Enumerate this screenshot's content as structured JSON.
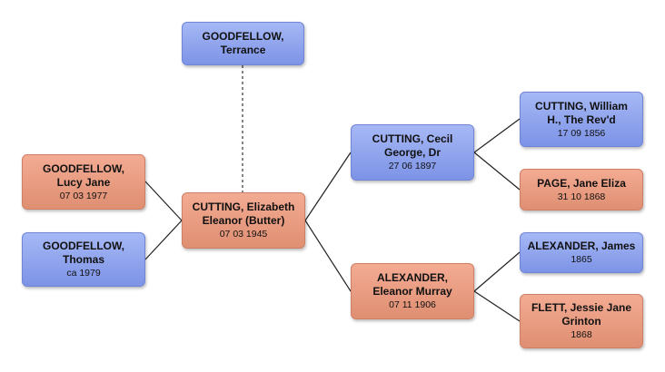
{
  "people": {
    "terrance": {
      "name": "GOODFELLOW,\nTerrance",
      "date": "",
      "sex": "male"
    },
    "lucy": {
      "name": "GOODFELLOW,\nLucy Jane",
      "date": "07 03 1977",
      "sex": "female"
    },
    "thomas": {
      "name": "GOODFELLOW,\nThomas",
      "date": "ca 1979",
      "sex": "male"
    },
    "elizabeth": {
      "name": "CUTTING, Elizabeth\nEleanor (Butter)",
      "date": "07 03 1945",
      "sex": "female"
    },
    "cecil": {
      "name": "CUTTING, Cecil\nGeorge, Dr",
      "date": "27 06 1897",
      "sex": "male"
    },
    "eleanor": {
      "name": "ALEXANDER,\nEleanor Murray",
      "date": "07 11 1906",
      "sex": "female"
    },
    "william": {
      "name": "CUTTING, William\nH., The Rev'd",
      "date": "17 09 1856",
      "sex": "male"
    },
    "jane_eliza": {
      "name": "PAGE, Jane Eliza",
      "date": "31 10 1868",
      "sex": "female"
    },
    "james": {
      "name": "ALEXANDER, James",
      "date": "1865",
      "sex": "male"
    },
    "jessie": {
      "name": "FLETT, Jessie Jane\nGrinton",
      "date": "1868",
      "sex": "female"
    }
  },
  "colors": {
    "male_fill": "#8fa4ee",
    "female_fill": "#e99d82",
    "connector": "#222222"
  }
}
